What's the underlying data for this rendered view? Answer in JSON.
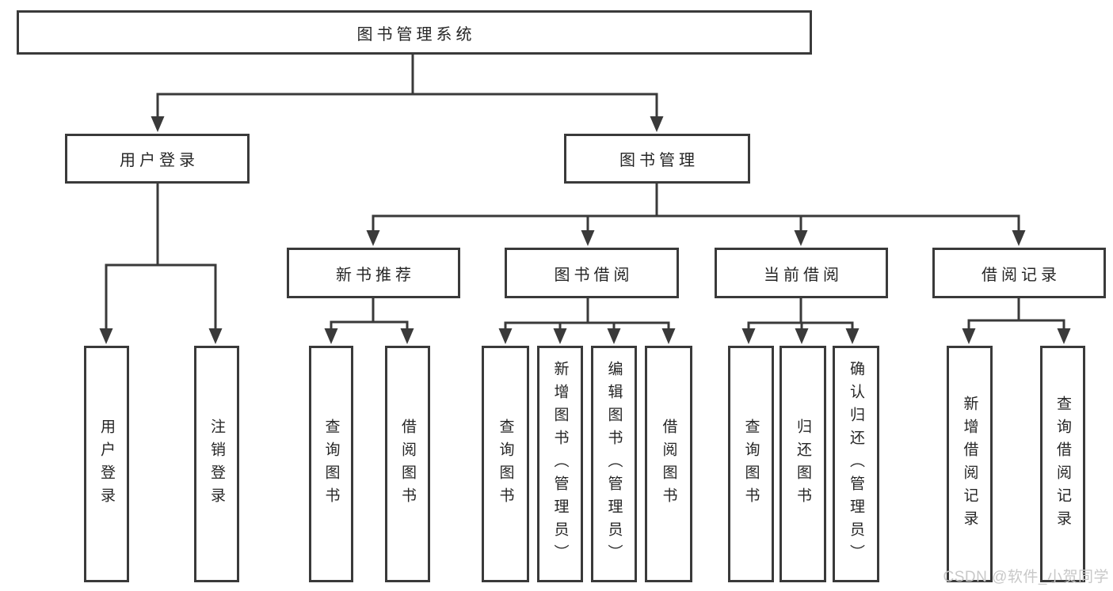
{
  "tree": {
    "root": "图书管理系统",
    "children": [
      {
        "label": "用户登录",
        "children": [
          {
            "label": "用户登录"
          },
          {
            "label": "注销登录"
          }
        ]
      },
      {
        "label": "图书管理",
        "children": [
          {
            "label": "新书推荐",
            "children": [
              {
                "label": "查询图书"
              },
              {
                "label": "借阅图书"
              }
            ]
          },
          {
            "label": "图书借阅",
            "children": [
              {
                "label": "查询图书"
              },
              {
                "label": "新增图书（管理员）"
              },
              {
                "label": "编辑图书（管理员）"
              },
              {
                "label": "借阅图书"
              }
            ]
          },
          {
            "label": "当前借阅",
            "children": [
              {
                "label": "查询图书"
              },
              {
                "label": "归还图书"
              },
              {
                "label": "确认归还（管理员）"
              }
            ]
          },
          {
            "label": "借阅记录",
            "children": [
              {
                "label": "新增借阅记录"
              },
              {
                "label": "查询借阅记录"
              }
            ]
          }
        ]
      }
    ]
  },
  "watermark": "CSDN @软件_小贺同学",
  "colors": {
    "line": "#3a3a3a",
    "text": "#262626",
    "watermark": "#c8c8c8",
    "background": "#ffffff"
  }
}
